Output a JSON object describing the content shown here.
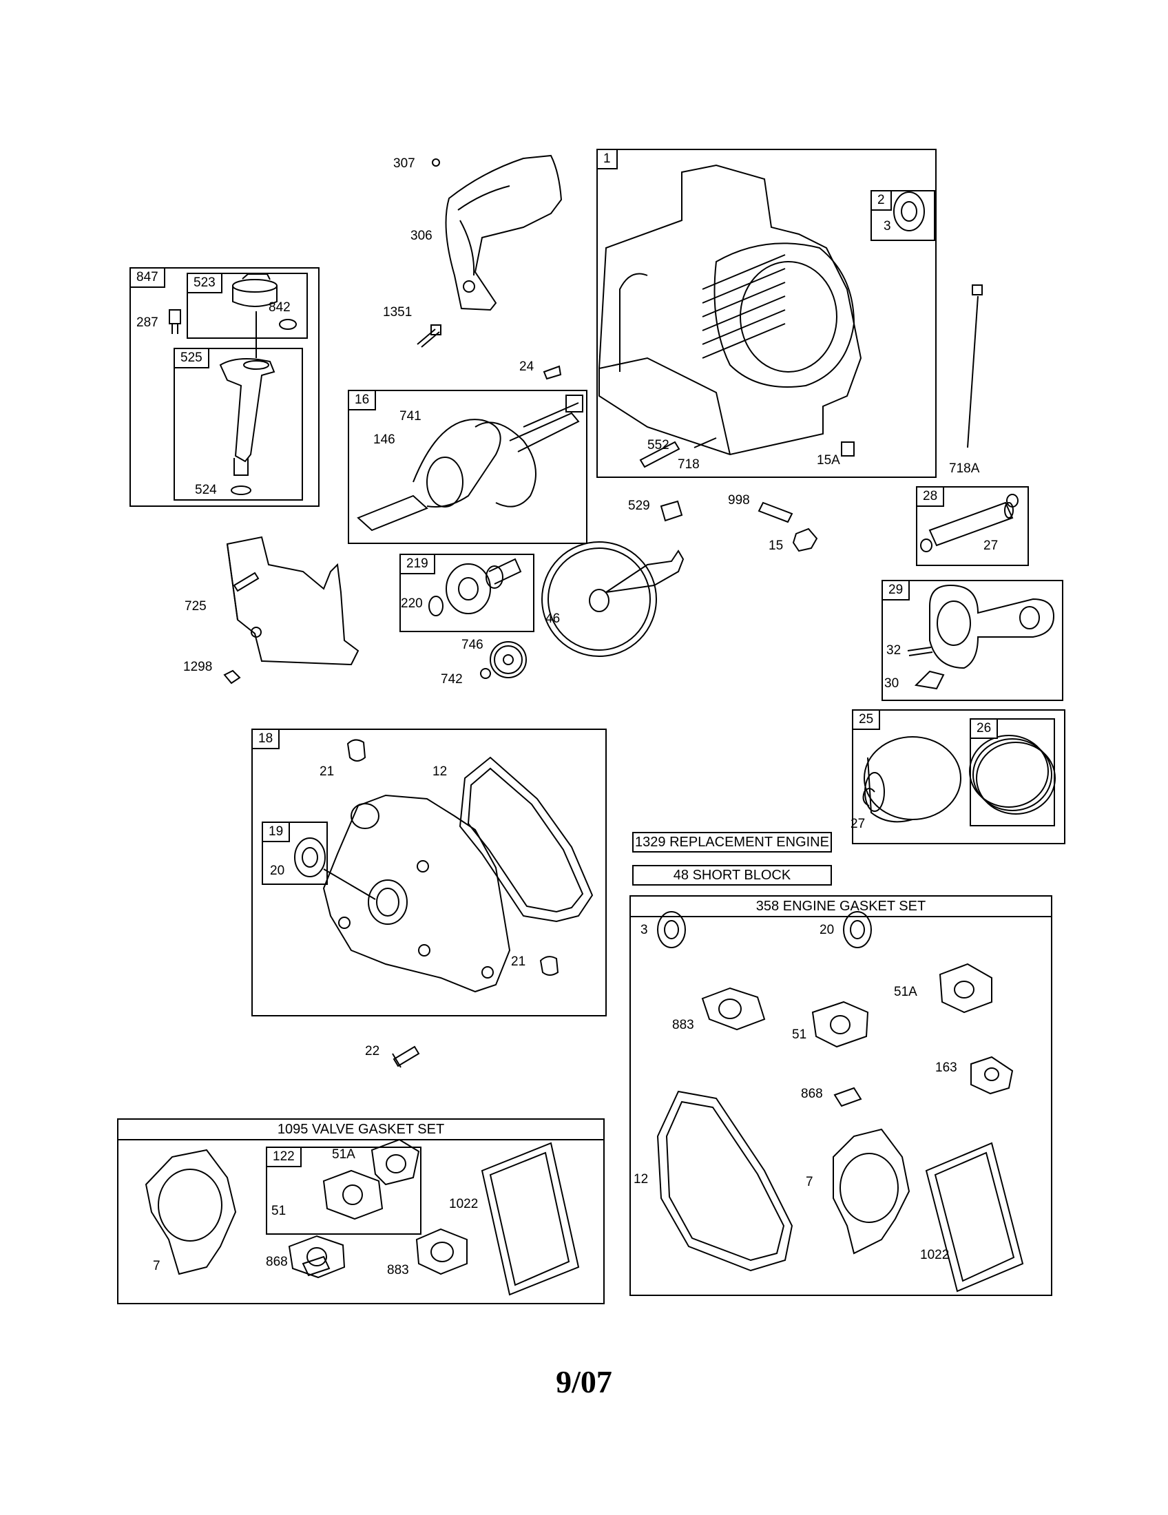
{
  "callouts": {
    "c307": "307",
    "c306": "306",
    "c1351": "1351",
    "c24": "24",
    "c287": "287",
    "c842": "842",
    "c524": "524",
    "c741": "741",
    "c146": "146",
    "c552": "552",
    "c718": "718",
    "c15A": "15A",
    "c718A": "718A",
    "c3_top": "3",
    "c529": "529",
    "c998": "998",
    "c15": "15",
    "c27_pin": "27",
    "c725": "725",
    "c1298": "1298",
    "c220": "220",
    "c46": "46",
    "c746": "746",
    "c742": "742",
    "c32": "32",
    "c30": "30",
    "c27_ring": "27",
    "c21_top": "21",
    "c12_cover": "12",
    "c20_cover": "20",
    "c21_bot": "21",
    "c22": "22",
    "c3_kit": "3",
    "c20_kit": "20",
    "c51A_kit": "51A",
    "c883_kit": "883",
    "c51_kit": "51",
    "c163": "163",
    "c868_kit": "868",
    "c12_kit": "12",
    "c7_kit": "7",
    "c1022_kit": "1022",
    "c51A_v": "51A",
    "c51_v": "51",
    "c7_v": "7",
    "c868_v": "868",
    "c883_v": "883",
    "c1022_v": "1022"
  },
  "boxes": {
    "b847": "847",
    "b523": "523",
    "b525": "525",
    "b16": "16",
    "b1": "1",
    "b2": "2",
    "b28": "28",
    "b219": "219",
    "b29": "29",
    "b25": "25",
    "b26": "26",
    "b18": "18",
    "b19": "19",
    "b122": "122"
  },
  "kits": {
    "replacement_engine": "1329 REPLACEMENT ENGINE",
    "short_block": "48 SHORT BLOCK",
    "engine_gasket_set": "358 ENGINE GASKET SET",
    "valve_gasket_set": "1095 VALVE GASKET SET"
  },
  "footer": "9/07"
}
